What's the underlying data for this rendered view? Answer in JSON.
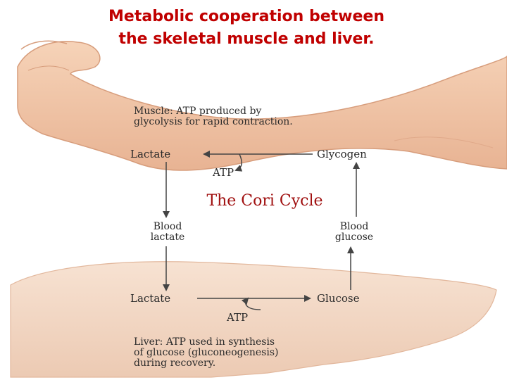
{
  "slide": {
    "title_line1": "Metabolic cooperation between",
    "title_line2": "the skeletal muscle and liver.",
    "subtitle": "The Cori Cycle"
  },
  "diagram": {
    "muscle_caption_line1": "Muscle: ATP produced by",
    "muscle_caption_line2": "glycolysis for rapid contraction.",
    "muscle_lactate": "Lactate",
    "muscle_glycogen": "Glycogen",
    "muscle_atp": "ATP",
    "blood_lactate_line1": "Blood",
    "blood_lactate_line2": "lactate",
    "blood_glucose_line1": "Blood",
    "blood_glucose_line2": "glucose",
    "liver_lactate": "Lactate",
    "liver_glucose": "Glucose",
    "liver_atp": "ATP",
    "liver_caption_line1": "Liver: ATP used in synthesis",
    "liver_caption_line2": "of glucose (gluconeogenesis)",
    "liver_caption_line3": "during recovery."
  },
  "colors": {
    "title": "#c00000",
    "subtitle": "#a01010",
    "skin": "#f2c7a6",
    "liver": "#f4d9c4",
    "text": "#2a2a2a"
  }
}
